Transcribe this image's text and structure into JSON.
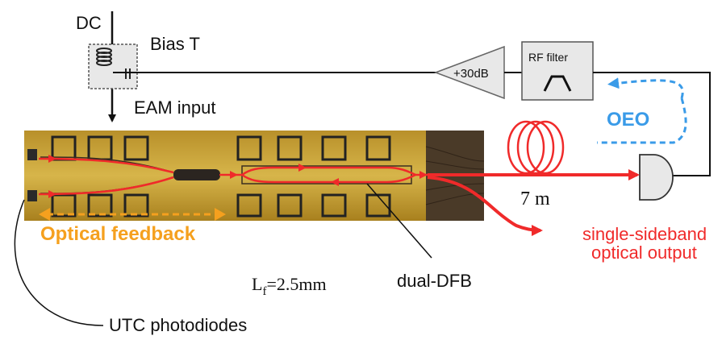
{
  "labels": {
    "dc": "DC",
    "bias_t": "Bias T",
    "amplifier": "+30dB",
    "rf_filter": "RF filter",
    "eam_input": "EAM input",
    "oeo": "OEO",
    "fiber_length": "7 m",
    "ssb_line1": "single-sideband",
    "ssb_line2": "optical output",
    "optical_feedback": "Optical feedback",
    "lf_symbol": "L",
    "lf_subscript": "f",
    "lf_value": "=2.5mm",
    "dual_dfb": "dual-DFB",
    "utc": "UTC photodiodes"
  },
  "colors": {
    "red": "#f02a2a",
    "orange": "#f5a01e",
    "blue": "#3a9be8",
    "chip_gold": "#c9a238",
    "line": "#111111"
  }
}
